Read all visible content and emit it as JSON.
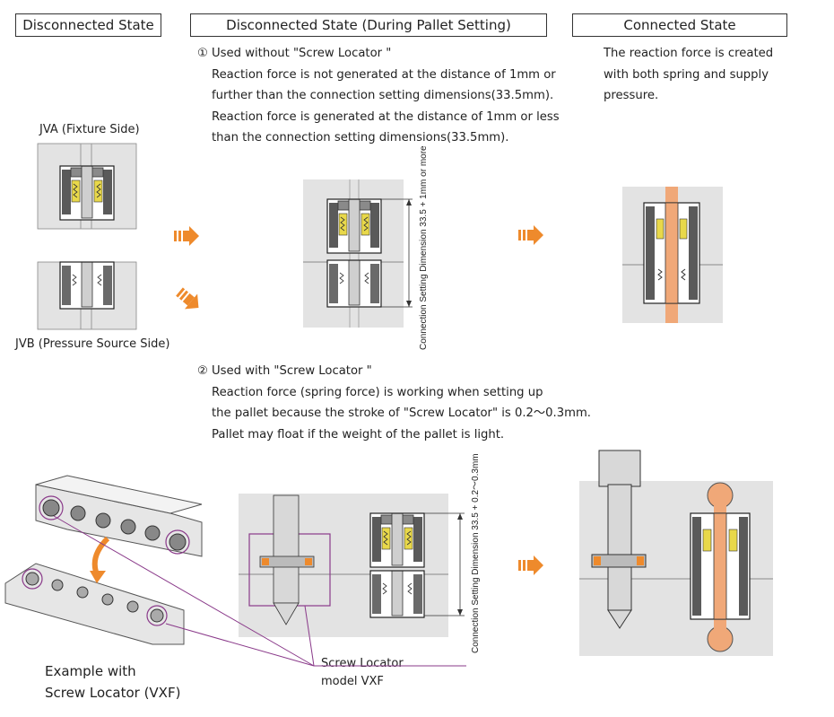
{
  "headers": {
    "disconnected": "Disconnected State",
    "during_pallet": "Disconnected State (During Pallet Setting)",
    "connected": "Connected State"
  },
  "case1": {
    "title": "① Used without  \"Screw Locator \"",
    "lines": [
      "Reaction force is not generated at the distance of 1mm or",
      "further than the connection setting dimensions(33.5mm).",
      "Reaction force is generated at the distance of 1mm or less",
      "than the connection setting dimensions(33.5mm)."
    ]
  },
  "connected_text": [
    "The reaction force is created",
    "with both spring and supply",
    "pressure."
  ],
  "case2": {
    "title": "② Used with  \"Screw Locator \"",
    "lines": [
      "Reaction force (spring force) is working when setting up",
      "the pallet because the stroke of \"Screw Locator\" is 0.2～0.3mm.",
      "Pallet may float if the weight of the pallet is light."
    ]
  },
  "labels": {
    "jva": "JVA (Fixture Side)",
    "jvb": "JVB (Pressure Source Side)",
    "dim1": "Connection Setting Dimension 33.5 + 1mm or more",
    "dim2": "Connection Setting Dimension 33.5 + 0.2～0.3mm",
    "screw_locator_1": "Screw Locator",
    "screw_locator_2": "model VXF",
    "example_1": "Example with",
    "example_2": "Screw Locator (VXF)"
  },
  "colors": {
    "arrow": "#ee8a2c",
    "plate": "#e3e3e3",
    "body": "#5a5a5a",
    "spring": "#e8d84a",
    "fluid": "#f0a878",
    "callout": "#8a3a8a"
  }
}
